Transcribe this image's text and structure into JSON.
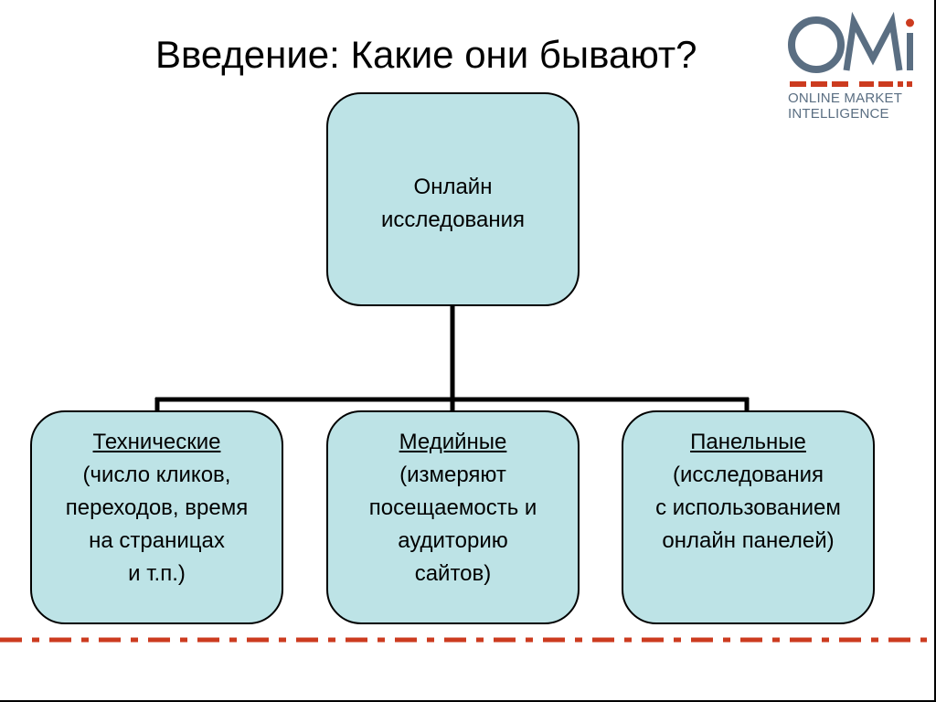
{
  "slide": {
    "title": "Введение: Какие они бывают?"
  },
  "logo": {
    "mark": "OMi",
    "line1": "ONLINE MARKET",
    "line2": "INTELLIGENCE",
    "colors": {
      "mark": "#5a6e82",
      "accent": "#cc3b1f"
    }
  },
  "diagram": {
    "root": {
      "label_line1": "Онлайн",
      "label_line2": "исследования"
    },
    "children": [
      {
        "heading": "Технические",
        "description": "(число кликов,\nпереходов, время\nна страницах\nи т.п.)"
      },
      {
        "heading": "Медийные",
        "description": "(измеряют\nпосещаемость и\nаудиторию\nсайтов)"
      },
      {
        "heading": "Панельные",
        "description": "(исследования\nс использованием\nонлайн панелей)"
      }
    ],
    "colors": {
      "node_fill": "#bde3e6",
      "outline": "#000000",
      "footer_dash": "#cc3b1f"
    }
  }
}
